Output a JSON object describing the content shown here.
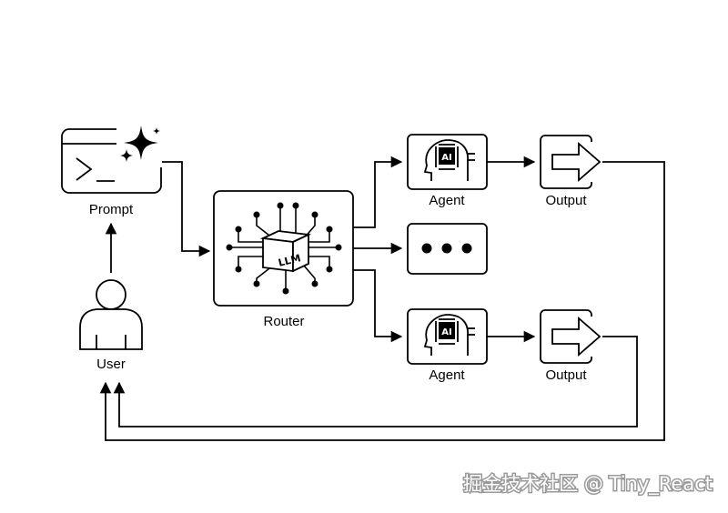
{
  "nodes": {
    "prompt": {
      "label": "Prompt"
    },
    "user": {
      "label": "User"
    },
    "router": {
      "label": "Router",
      "chip_text": "LLM"
    },
    "agent_top": {
      "label": "Agent",
      "chip_text": "AI"
    },
    "agent_bottom": {
      "label": "Agent",
      "chip_text": "AI"
    },
    "more": {
      "label": ""
    },
    "output_top": {
      "label": "Output"
    },
    "output_bottom": {
      "label": "Output"
    }
  },
  "icons": [
    "terminal-icon",
    "sparkle-icon",
    "user-icon",
    "llm-chip-icon",
    "ai-head-icon",
    "ellipsis-icon",
    "output-arrow-icon"
  ],
  "watermark": "掘金技术社区 @ Tiny_React"
}
